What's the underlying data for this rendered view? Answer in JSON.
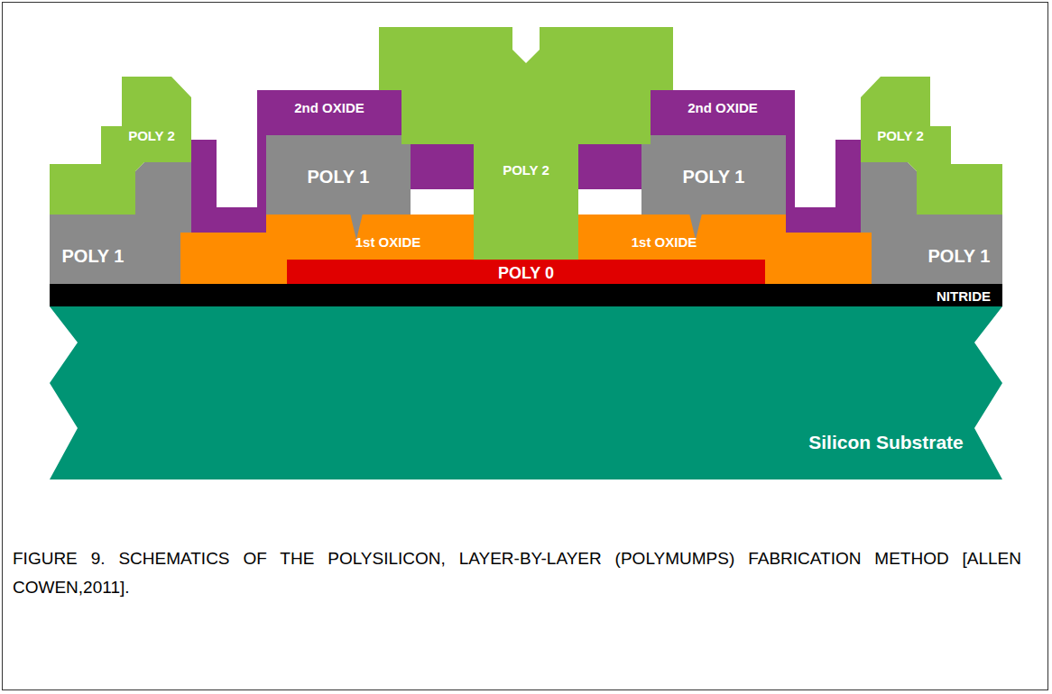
{
  "diagram": {
    "caption": "FIGURE 9. SCHEMATICS OF THE POLYSILICON, LAYER-BY-LAYER (POLYMUMPS) FABRICATION METHOD [ALLEN COWEN,2011].",
    "labels": [
      "POLY 2",
      "2nd OXIDE",
      "POLY 2",
      "2nd OXIDE",
      "POLY 2",
      "POLY 1",
      "1st OXIDE",
      "POLY 1",
      "POLY 1",
      "1st OXIDE",
      "POLY 1",
      "POLY 0",
      "NITRIDE",
      "Silicon Substrate"
    ]
  }
}
